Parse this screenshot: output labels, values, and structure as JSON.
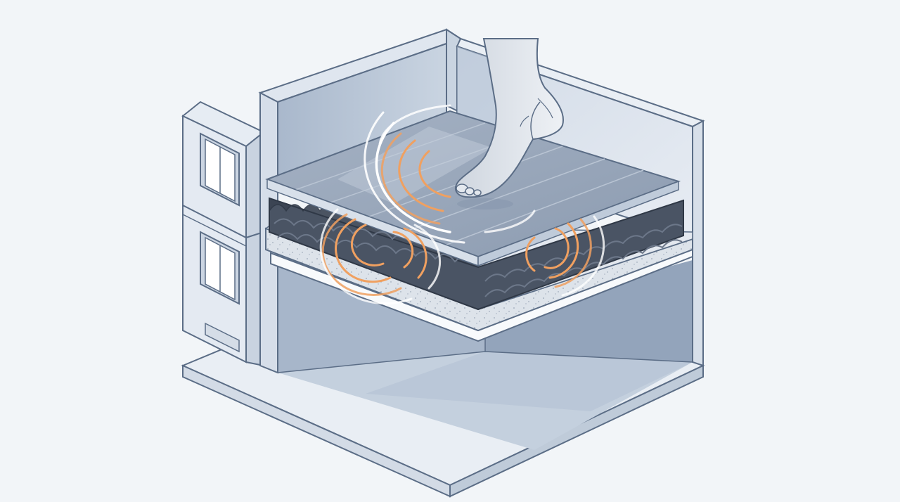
{
  "illustration": {
    "subject": "",
    "layers": [
      "floor-finish",
      "acoustic-foam",
      "concrete-slab",
      "ceiling"
    ]
  },
  "colors": {
    "background": "#f2f5f8",
    "outline": "#5b6d86",
    "wall_light": "#e4eaf2",
    "wall_mid": "#cbd6e3",
    "wall_dark": "#a9b8cc",
    "floor_top": "#9eacbe",
    "floor_stripe": "#b5c1d0",
    "foam_dark": "#3d4656",
    "foam_mid": "#4e5868",
    "slab": "#dde3ea",
    "room_floor": "#c1cddc",
    "foot": "#dfe4eb",
    "wave_orange": "#f0a060",
    "wave_white": "#ffffff"
  },
  "icons": {
    "foot": "foot-icon",
    "impact": "sound-wave-icon",
    "vibration": "vibration-wave-icon"
  }
}
